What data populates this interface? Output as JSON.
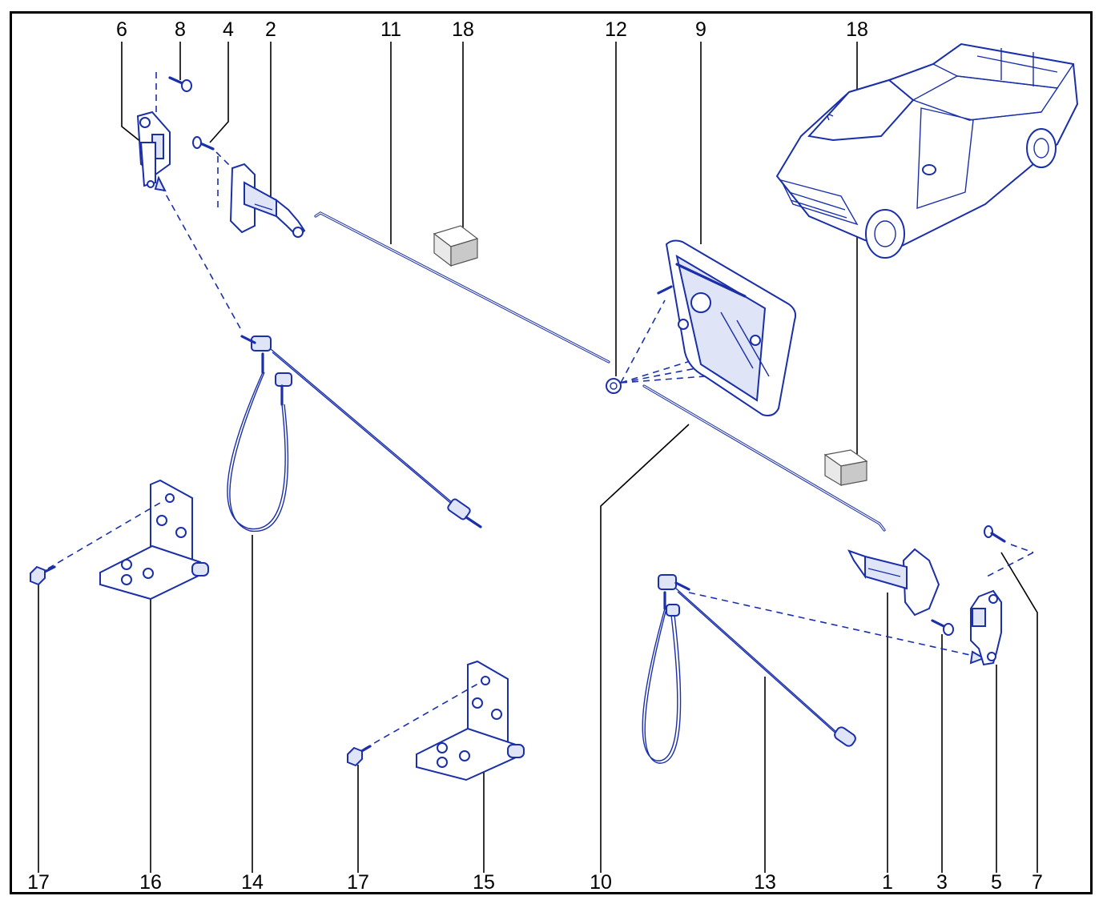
{
  "callouts_top": [
    "6",
    "8",
    "4",
    "2",
    "11",
    "18",
    "12",
    "9",
    "18"
  ],
  "callouts_bottom": [
    "17",
    "16",
    "14",
    "17",
    "15",
    "10",
    "13",
    "1",
    "3",
    "5",
    "7"
  ]
}
